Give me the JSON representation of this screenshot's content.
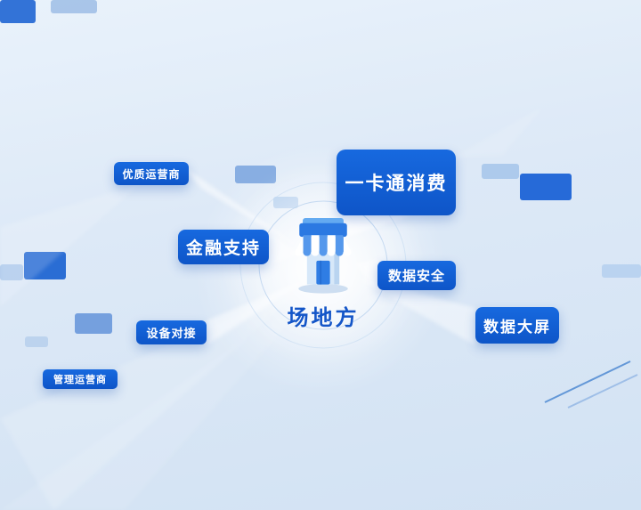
{
  "diagram": {
    "center": {
      "label": "场地方",
      "icon": "store-icon"
    },
    "nodes": [
      {
        "label": "优质运营商"
      },
      {
        "label": "一卡通消费"
      },
      {
        "label": "金融支持"
      },
      {
        "label": "数据安全"
      },
      {
        "label": "数据大屏"
      },
      {
        "label": "设备对接"
      },
      {
        "label": "管理运营商"
      }
    ],
    "colors": {
      "node_blue": "#1161d8",
      "node_text": "#ffffff",
      "center_text": "#1456c8",
      "background": "#dce9f7"
    }
  }
}
